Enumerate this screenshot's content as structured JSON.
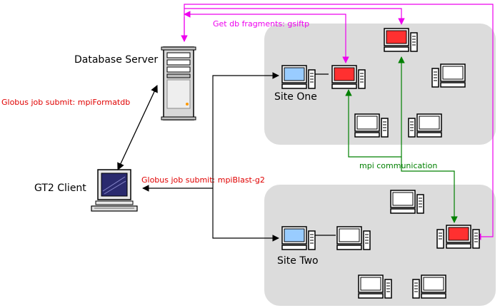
{
  "labels": {
    "database_server": "Database Server",
    "gt2_client": "GT2 Client",
    "site_one": "Site One",
    "site_two": "Site Two",
    "get_db_fragments": "Get db fragments: gsiftp",
    "job_submit_format": "Globus job submit: mpiFormatdb",
    "job_submit_blast": "Globus job submit: mpiBlast-g2",
    "mpi_communication": "mpi communication"
  },
  "legend_colors": {
    "gsiftp_arrows": "#ee00ee",
    "mpi_arrows": "#008000",
    "job_submit_text": "#e00000",
    "worker_node": "#ff3030",
    "head_node": "#99ccff",
    "site_background": "#dcdcdc"
  },
  "icons": {
    "server": "database-server-icon",
    "client": "gt2-client-icon",
    "computer": "computer-icon"
  }
}
